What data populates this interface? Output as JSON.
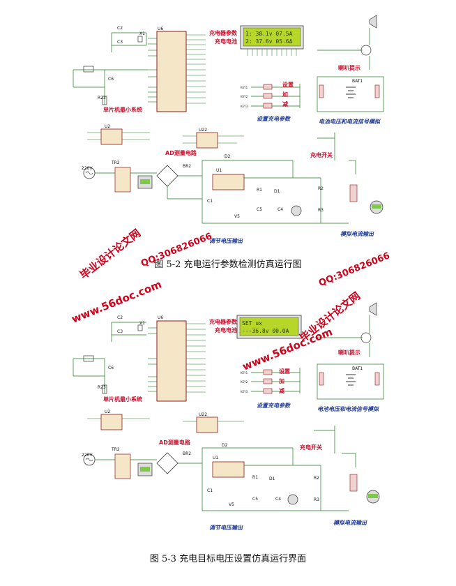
{
  "figure1": {
    "caption": "图 5-2 充电运行参数检测仿真运行图",
    "lcd_title1": "充电器参数",
    "lcd_title2": "充电电池",
    "lcd_line1": "1: 38.1v 07.5A",
    "lcd_line2": "2: 37.6v 05.6A",
    "labels": {
      "mcu_block": "单片机最小系统",
      "ad_block": "AD测量电路",
      "set_params": "设置充电参数",
      "btn_set": "设置",
      "btn_add": "加",
      "btn_sub": "减",
      "speaker": "喇叭提示",
      "battery_sim": "电池电压和电流信号模拟",
      "charge_switch": "充电开关",
      "adj_output": "调节电压输出",
      "sim_current": "模拟电流输出",
      "ac_source": "220V",
      "tr": "TR2",
      "br": "BR2",
      "u6": "U6",
      "u1": "U1",
      "u2": "U2",
      "u22": "U22",
      "d2": "D2",
      "d1": "D1",
      "r1": "R1",
      "r2": "R2",
      "r3": "R3",
      "r23": "R23",
      "c1": "C1",
      "c2": "C2",
      "c3": "C3",
      "c4": "C4",
      "c5": "C5",
      "c6": "C6",
      "x1": "X1",
      "v5": "V5",
      "bat1": "BAT1",
      "key1": "KEY1",
      "key2": "KEY2",
      "key3": "KEY3"
    }
  },
  "figure2": {
    "caption": "图 5-3 充电目标电压设置仿真运行界面",
    "lcd_title1": "充电器参数",
    "lcd_title2": "充电电池",
    "lcd_line1": "SET ux",
    "lcd_line2": "---36.8v 00.0A",
    "labels": {
      "mcu_block": "单片机最小系统",
      "ad_block": "AD测量电路",
      "set_params": "设置充电参数",
      "btn_set": "设置",
      "btn_add": "加",
      "btn_sub": "减",
      "speaker": "喇叭提示",
      "battery_sim": "电池电压和电流信号模拟",
      "charge_switch": "充电开关",
      "adj_output": "调节电压输出",
      "sim_current": "模拟电流输出",
      "ac_source": "220V",
      "tr": "TR2",
      "br": "BR2",
      "u6": "U6",
      "u1": "U1",
      "u2": "U2",
      "u22": "U22",
      "d2": "D2",
      "d1": "D1",
      "r1": "R1",
      "r2": "R2",
      "r3": "R3",
      "r23": "R23",
      "c1": "C1",
      "c2": "C2",
      "c3": "C3",
      "c4": "C4",
      "c5": "C5",
      "c6": "C6",
      "x1": "X1",
      "v5": "V5",
      "bat1": "BAT1",
      "key1": "KEY1",
      "key2": "KEY2",
      "key3": "KEY3"
    }
  },
  "watermarks": {
    "site": "www.56doc.com",
    "qq": "QQ:306826066",
    "brand": "毕业设计论文网"
  },
  "colors": {
    "wire": "#1a7a1a",
    "chip": "#f5e6c8",
    "chip_border": "#8b1a1a",
    "lcd_bg": "#b8d62a",
    "lcd_text": "#1e3a00",
    "label_red": "#c8102e",
    "label_blue": "#1f3a93",
    "watermark": "#d0021b"
  }
}
